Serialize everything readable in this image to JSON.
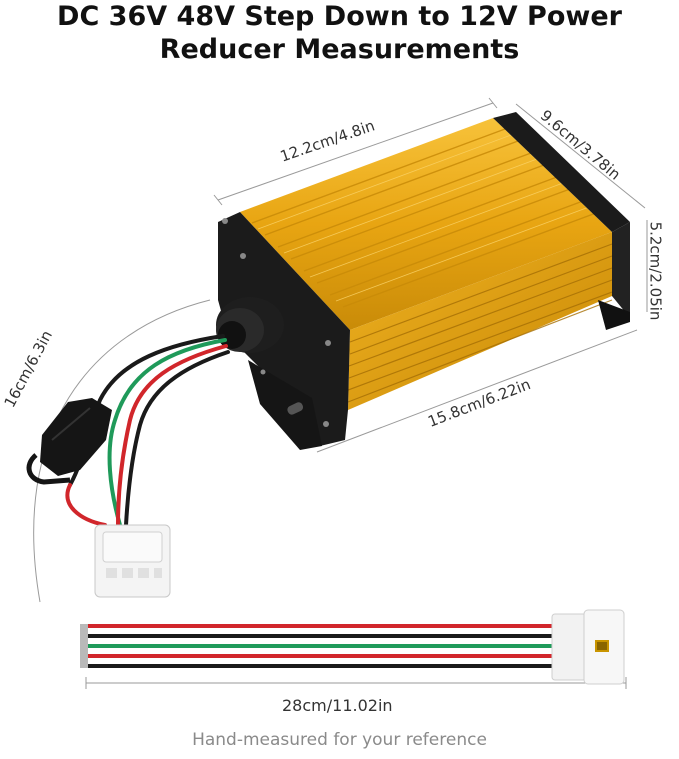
{
  "title": {
    "line1": "DC 36V 48V Step Down to 12V Power",
    "line2": "Reducer Measurements"
  },
  "dimensions": {
    "length_top": "12.2cm/4.8in",
    "depth": "9.6cm/3.78in",
    "height": "5.2cm/2.05in",
    "length_bottom": "15.8cm/6.22in",
    "cable_length": "16cm/6.3in",
    "wire_length": "28cm/11.02in"
  },
  "footer": "Hand-measured for your reference",
  "colors": {
    "housing": "#e8a512",
    "housing_dark": "#b97a06",
    "end_plate": "#1b1b1b",
    "wire_red": "#d1262b",
    "wire_green": "#1f9a5a",
    "wire_black": "#1a1a1a"
  }
}
